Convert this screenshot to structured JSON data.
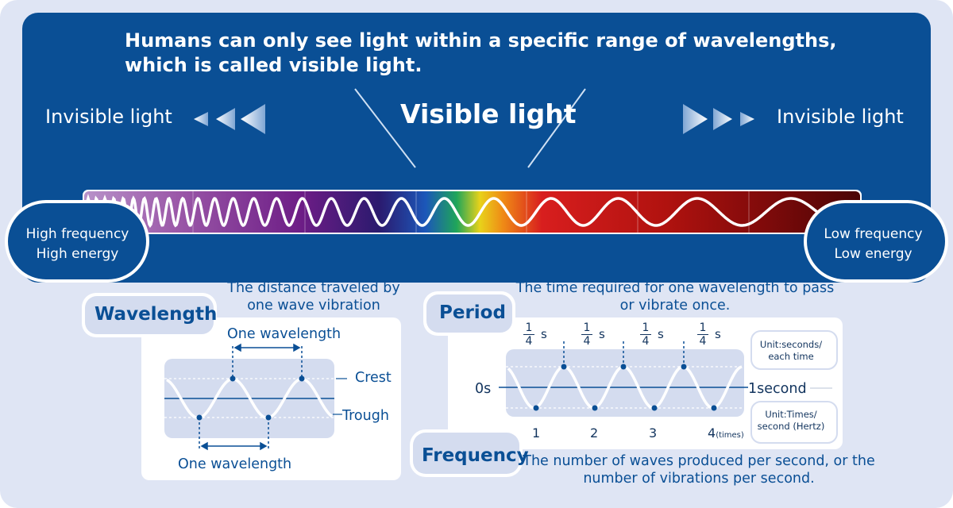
{
  "headline": "Humans can only see light within a specific range of wavelengths, which is called visible light.",
  "invisible_left": "Invisible light",
  "invisible_right": "Invisible light",
  "visible_light": "Visible light",
  "high_end": {
    "line1": "High frequency",
    "line2": "High energy"
  },
  "low_end": {
    "line1": "Low frequency",
    "line2": "Low energy"
  },
  "wavelength": {
    "label": "Wavelength",
    "description": "The distance traveled by one wave vibration",
    "one_wavelength_top": "One wavelength",
    "one_wavelength_bottom": "One wavelength",
    "crest": "Crest",
    "trough": "Trough"
  },
  "period": {
    "label": "Period",
    "description": "The time required for one wavelength to pass or vibrate once.",
    "fraction_numerator": "1",
    "fraction_denominator": "4",
    "fraction_unit": "s",
    "start": "0s",
    "end": "1second",
    "ticks": [
      "1",
      "2",
      "3",
      "4"
    ],
    "ticks_unit": "(times)",
    "unit_period": "Unit:seconds/ each time",
    "unit_frequency": "Unit:Times/ second (Hertz)"
  },
  "frequency": {
    "label": "Frequency",
    "description": "The number of waves produced per second, or the number of vibrations per second."
  },
  "colors": {
    "frame": "#dfe5f4",
    "panel": "#0a4f95",
    "card": "#ffffff",
    "graph_bg": "#d4dcef",
    "accent": "#0a4f95"
  }
}
